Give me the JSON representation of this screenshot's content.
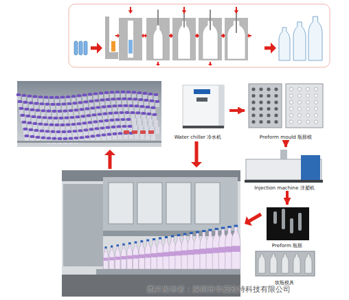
{
  "diagram": {
    "nodes": [
      {
        "text": [
          "Water chiller 冷水机"
        ]
      },
      {
        "text": [
          "Preform mould 瓶胚模"
        ]
      },
      {
        "text": [
          "Injection machine 注塑机"
        ]
      },
      {
        "text": [
          "Preform 瓶胚"
        ]
      },
      {
        "text": [
          "吹瓶模具"
        ]
      }
    ],
    "edges": [
      {
        "from": 0,
        "to": 1,
        "arrow": "to"
      },
      {
        "from": 1,
        "to": 2,
        "arrow": "to"
      },
      {
        "from": 2,
        "to": 3,
        "arrow": "to"
      }
    ],
    "labels": [
      "图片发布者：深圳市华茂欧特科技有限公司"
    ]
  }
}
